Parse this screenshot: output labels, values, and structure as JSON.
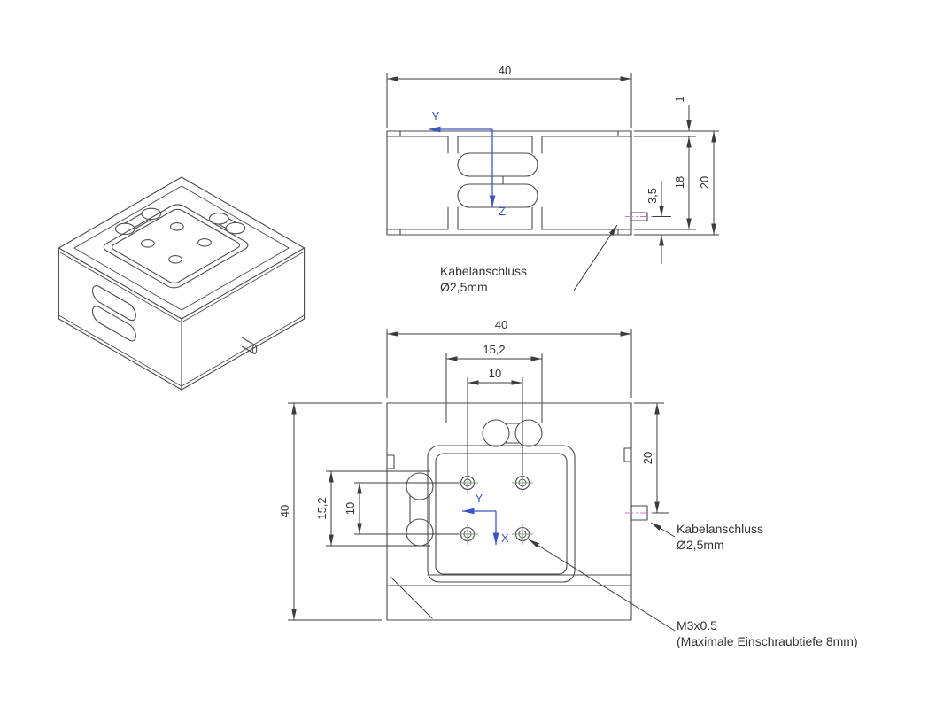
{
  "colors": {
    "line": "#4a4a4a",
    "dim": "#3c3c3c",
    "text": "#323232",
    "axis": "#3a55c8",
    "centerline": "#cc79cc",
    "centermark": "#7aa37a",
    "bg": "#ffffff"
  },
  "front_view": {
    "dim_width": "40",
    "dim_top_plate": "1",
    "dim_cable_height": "3,5",
    "dim_inner_height": "18",
    "dim_total_height": "20",
    "axis_y": "Y",
    "axis_z": "Z",
    "cable_label_1": "Kabelanschluss",
    "cable_label_2": "Ø2,5mm"
  },
  "top_view": {
    "dim_width": "40",
    "dim_slot_span": "15,2",
    "dim_hole_spacing": "10",
    "dim_height": "40",
    "dim_slot_span_v": "15,2",
    "dim_hole_spacing_v": "10",
    "dim_cable_offset": "20",
    "axis_y": "Y",
    "axis_x": "X",
    "cable_label_1": "Kabelanschluss",
    "cable_label_2": "Ø2,5mm",
    "thread_label_1": "M3x0.5",
    "thread_label_2": "(Maximale Einschraubtiefe 8mm)"
  }
}
